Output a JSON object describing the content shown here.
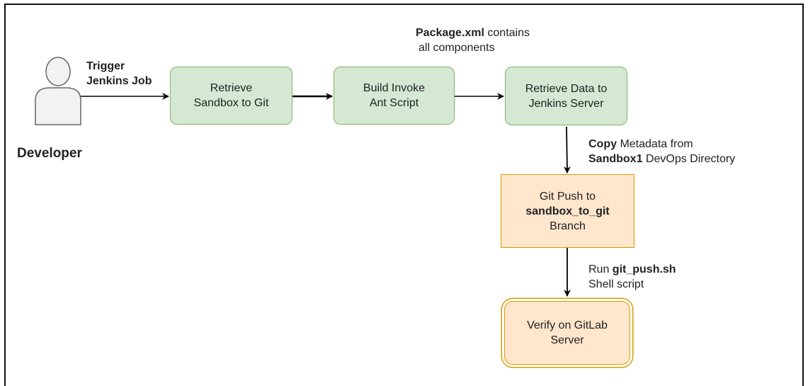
{
  "actor": {
    "name": "Developer"
  },
  "nodes": {
    "retrieve_sandbox": {
      "line1": "Retrieve",
      "line2": "Sandbox to Git"
    },
    "build_invoke": {
      "line1": "Build Invoke",
      "line2": "Ant Script"
    },
    "retrieve_data": {
      "line1": "Retrieve Data to",
      "line2": "Jenkins Server"
    },
    "git_push": {
      "line1": "Git Push to",
      "line2": "sandbox_to_git",
      "line3": "Branch"
    },
    "verify": {
      "line1": "Verify on GitLab",
      "line2": "Server"
    }
  },
  "edge_labels": {
    "trigger": {
      "line1": "Trigger",
      "line2": "Jenkins Job"
    },
    "package": {
      "bold": "Package.xml",
      "rest": " contains",
      "line2": "all components"
    },
    "copy": {
      "bold1": "Copy",
      "rest1": " Metadata from",
      "bold2": "Sandbox1",
      "rest2": " DevOps Directory"
    },
    "run": {
      "pre": "Run ",
      "bold": "git_push.sh",
      "line2": "Shell script"
    }
  },
  "colors": {
    "process_fill": "#d5e8d4",
    "process_stroke": "#82b366",
    "git_fill": "#ffe6cc",
    "git_stroke": "#d79b00",
    "edge": "#000000",
    "actor_fill": "#f2f2f2",
    "actor_stroke": "#666666"
  }
}
